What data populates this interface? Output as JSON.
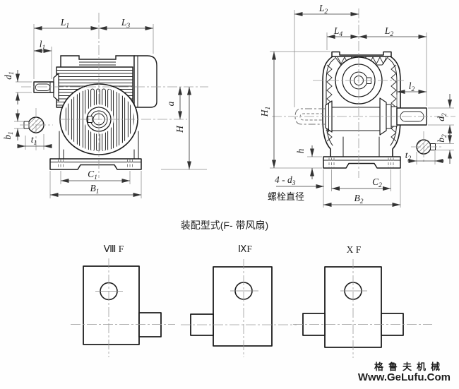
{
  "dims": {
    "L1": {
      "b": "L",
      "s": "1"
    },
    "L3": {
      "b": "L",
      "s": "3"
    },
    "l1": {
      "b": "l",
      "s": "1"
    },
    "d1": {
      "b": "d",
      "s": "1"
    },
    "b1": {
      "b": "b",
      "s": "1"
    },
    "t1": {
      "b": "t",
      "s": "1"
    },
    "a": {
      "b": "a",
      "s": ""
    },
    "H": {
      "b": "H",
      "s": ""
    },
    "C1": {
      "b": "C",
      "s": "1"
    },
    "B1": {
      "b": "B",
      "s": "1"
    },
    "L2": {
      "b": "L",
      "s": "2"
    },
    "L4": {
      "b": "L",
      "s": "4"
    },
    "l2": {
      "b": "l",
      "s": "2"
    },
    "H1": {
      "b": "H",
      "s": "1"
    },
    "d2": {
      "b": "d",
      "s": "2"
    },
    "b2": {
      "b": "b",
      "s": "2"
    },
    "t2": {
      "b": "t",
      "s": "2"
    },
    "h": {
      "b": "h",
      "s": ""
    },
    "d3_note": {
      "prefix": "4 - ",
      "b": "d",
      "s": "3"
    },
    "bolt_note": "螺栓直径",
    "C2": {
      "b": "C",
      "s": "2"
    },
    "B2": {
      "b": "B",
      "s": "2"
    }
  },
  "assembly": {
    "title": "装配型式(F- 带风扇)",
    "variants": [
      {
        "label": "Ⅷ F"
      },
      {
        "label": "ⅨF"
      },
      {
        "label": "X F"
      }
    ]
  },
  "watermark": {
    "line1": "格鲁夫机械",
    "line2": "Www.GeLufu.Com",
    "color": "#f09090"
  }
}
